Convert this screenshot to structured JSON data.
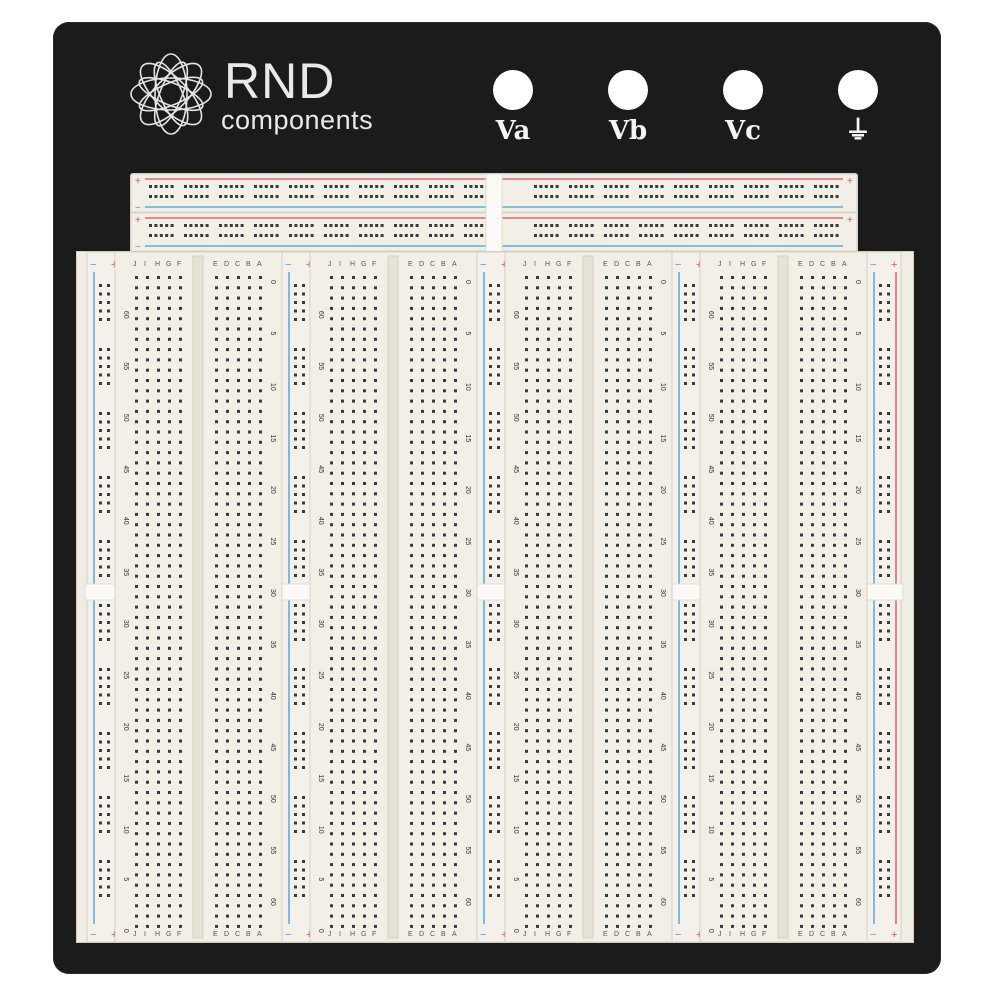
{
  "brand": {
    "name_line1": "RND",
    "name_line2": "components",
    "logo_icon": "rnd-knot-logo-icon"
  },
  "binding_posts": [
    {
      "label": "Va"
    },
    {
      "label": "Vb"
    },
    {
      "label": "Vc"
    },
    {
      "label": "⏚"
    }
  ],
  "rail_marks": {
    "plus": "+",
    "minus": "−"
  },
  "row_letters_top": [
    "J",
    "I",
    "H",
    "G",
    "F"
  ],
  "row_letters_bottom": [
    "E",
    "D",
    "C",
    "B",
    "A"
  ],
  "column_numbers": [
    "0",
    "5",
    "10",
    "15",
    "20",
    "25",
    "30",
    "35",
    "40",
    "45",
    "50",
    "55",
    "60"
  ],
  "colors": {
    "board": "#1b1b1b",
    "plastic": "#f2efe7",
    "hole": "#3a3a3a",
    "rail_red": "#e0485a",
    "rail_blue": "#3aa0e0",
    "text_light": "#e9e9e9"
  }
}
